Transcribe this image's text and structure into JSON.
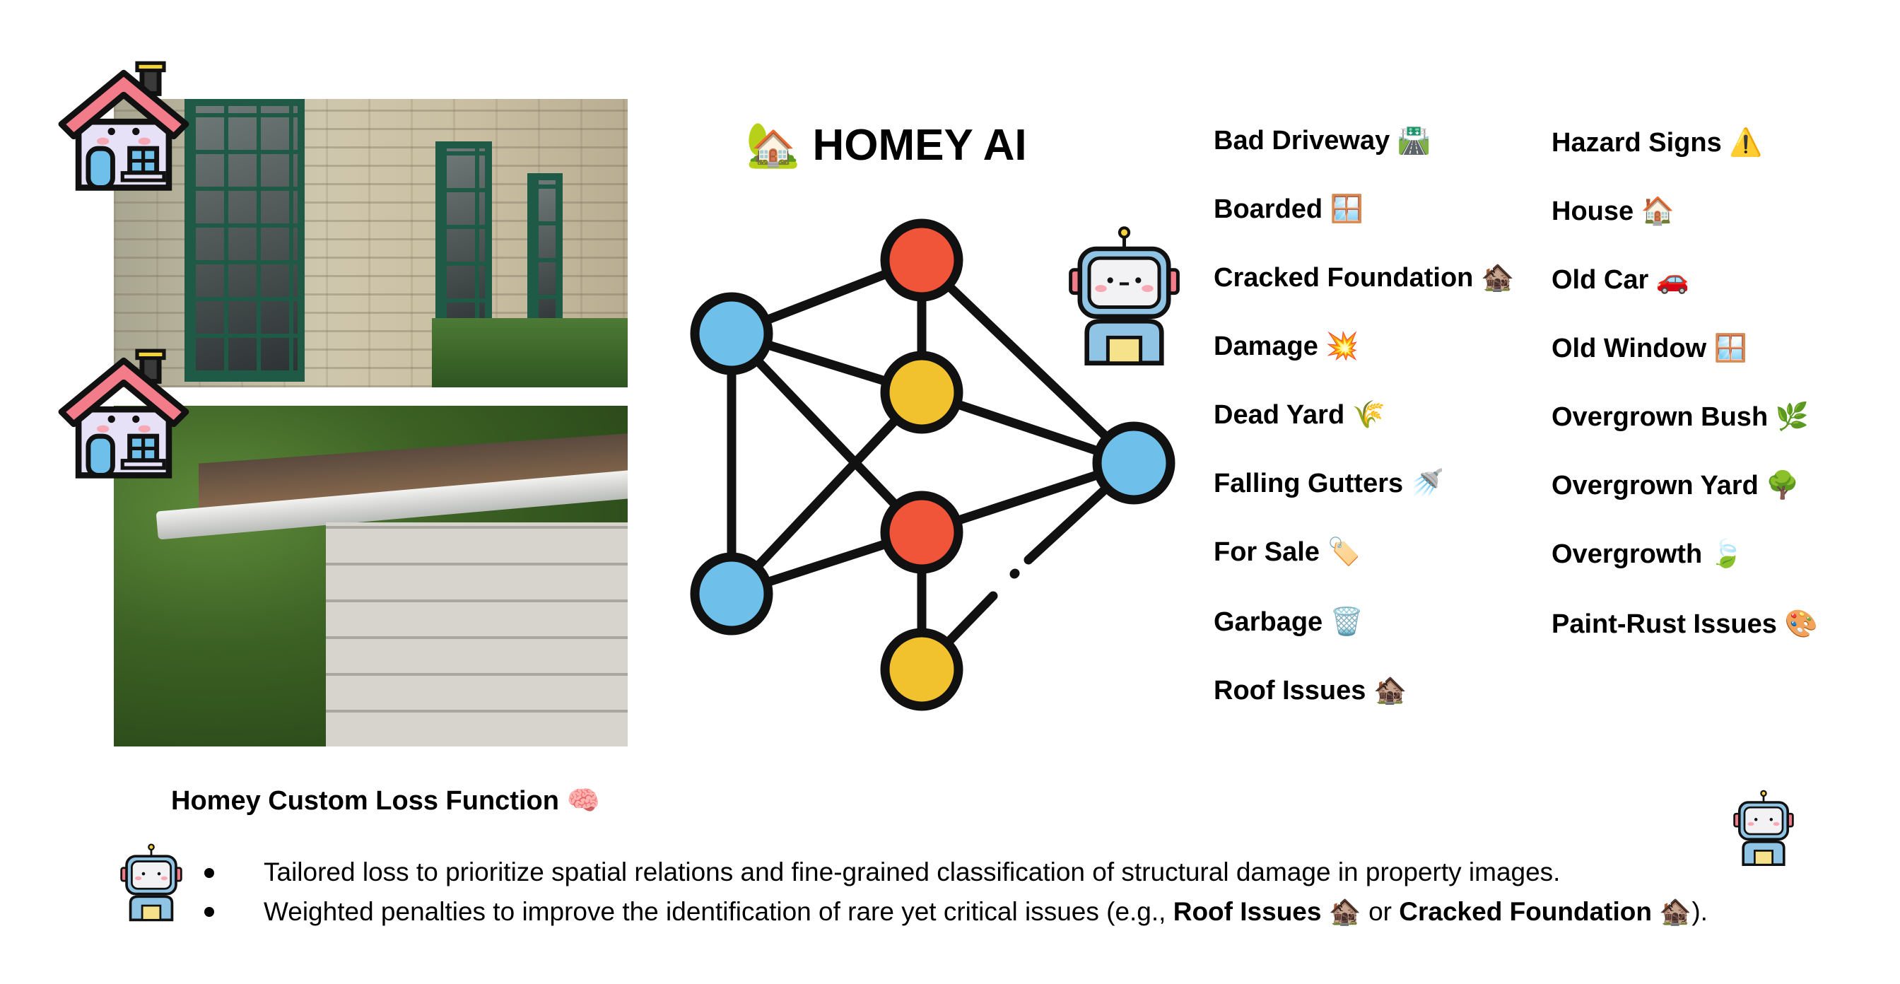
{
  "title": {
    "icon": "🏡",
    "text": "HOMEY AI"
  },
  "labels_left": [
    {
      "text": "Bad Driveway",
      "emoji": "🛣️"
    },
    {
      "text": "Boarded",
      "emoji": "🪟"
    },
    {
      "text": "Cracked Foundation",
      "emoji": "🏚️"
    },
    {
      "text": "Damage",
      "emoji": "💥"
    },
    {
      "text": "Dead Yard",
      "emoji": "🌾"
    },
    {
      "text": "Falling Gutters",
      "emoji": "🚿"
    },
    {
      "text": "For Sale",
      "emoji": "🏷️"
    },
    {
      "text": "Garbage",
      "emoji": "🗑️"
    },
    {
      "text": "Roof Issues",
      "emoji": "🏚️"
    }
  ],
  "labels_right": [
    {
      "text": "Hazard Signs",
      "emoji": "⚠️"
    },
    {
      "text": "House",
      "emoji": "🏠"
    },
    {
      "text": "Old Car",
      "emoji": "🚗"
    },
    {
      "text": "Old Window",
      "emoji": "🪟"
    },
    {
      "text": "Overgrown Bush",
      "emoji": "🌿"
    },
    {
      "text": "Overgrown Yard",
      "emoji": "🌳"
    },
    {
      "text": "Overgrowth",
      "emoji": "🍃"
    },
    {
      "text": "Paint-Rust Issues",
      "emoji": "🎨"
    }
  ],
  "loss": {
    "heading": "Homey Custom Loss Function",
    "heading_emoji": "🧠",
    "bullet1": "Tailored loss to prioritize spatial relations and fine-grained classification of structural damage in property images.",
    "bullet2_pre": "Weighted penalties to improve the identification of rare yet critical issues (e.g., ",
    "bullet2_b1": "Roof Issues",
    "bullet2_e1": "🏚️",
    "bullet2_mid": " or ",
    "bullet2_b2": "Cracked Foundation",
    "bullet2_e2": "🏚️",
    "bullet2_post": ")."
  },
  "colors": {
    "red": "#f0553a",
    "blue": "#6ec0ea",
    "yellow": "#f2c12e",
    "outline": "#111111"
  }
}
